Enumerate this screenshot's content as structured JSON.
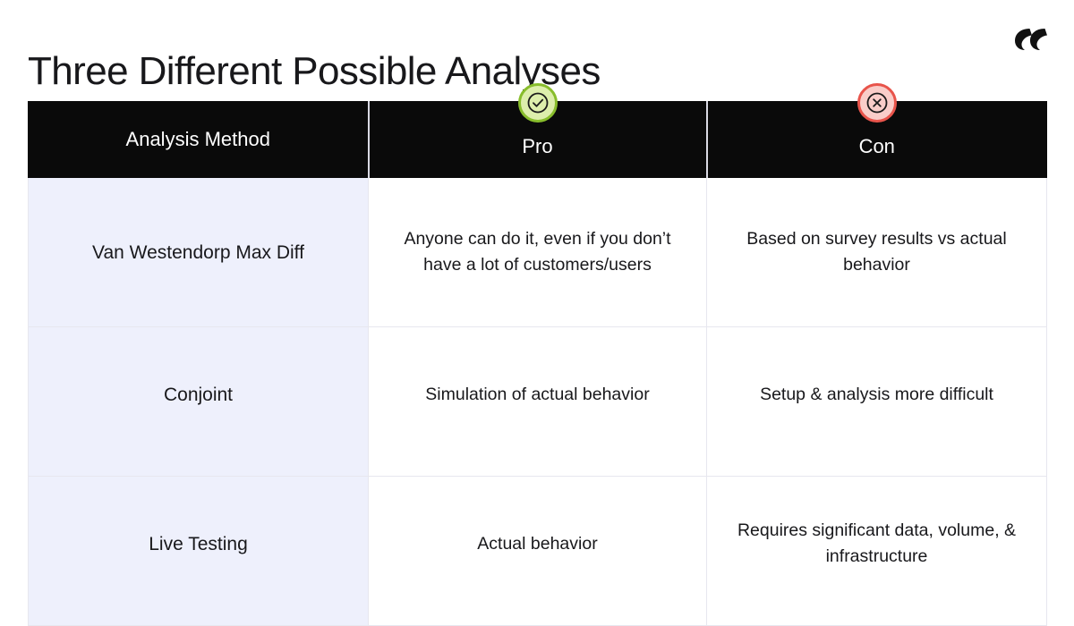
{
  "slide": {
    "title": "Three Different Possible Analyses",
    "background_color": "#ffffff",
    "logo_name": "reforge-logo"
  },
  "table": {
    "header_background": "#0a0a0a",
    "header_text_color": "#ffffff",
    "method_column_background": "#eef0fc",
    "columns": [
      {
        "key": "method",
        "label": "Analysis Method",
        "badge": null
      },
      {
        "key": "pro",
        "label": "Pro",
        "badge": "check-circle-icon",
        "badge_fill": "#ddeeac",
        "badge_border": "#88bd2c"
      },
      {
        "key": "con",
        "label": "Con",
        "badge": "x-circle-icon",
        "badge_fill": "#f9cdc9",
        "badge_border": "#e8544b"
      }
    ],
    "rows": [
      {
        "method": "Van Westendorp Max Diff",
        "pro": "Anyone can do it, even if you don’t have a lot of customers/users",
        "con": "Based on survey results vs actual behavior"
      },
      {
        "method": "Conjoint",
        "pro": "Simulation of actual behavior",
        "con": "Setup & analysis more difficult"
      },
      {
        "method": "Live Testing",
        "pro": "Actual behavior",
        "con": "Requires significant data, volume, & infrastructure"
      }
    ]
  }
}
